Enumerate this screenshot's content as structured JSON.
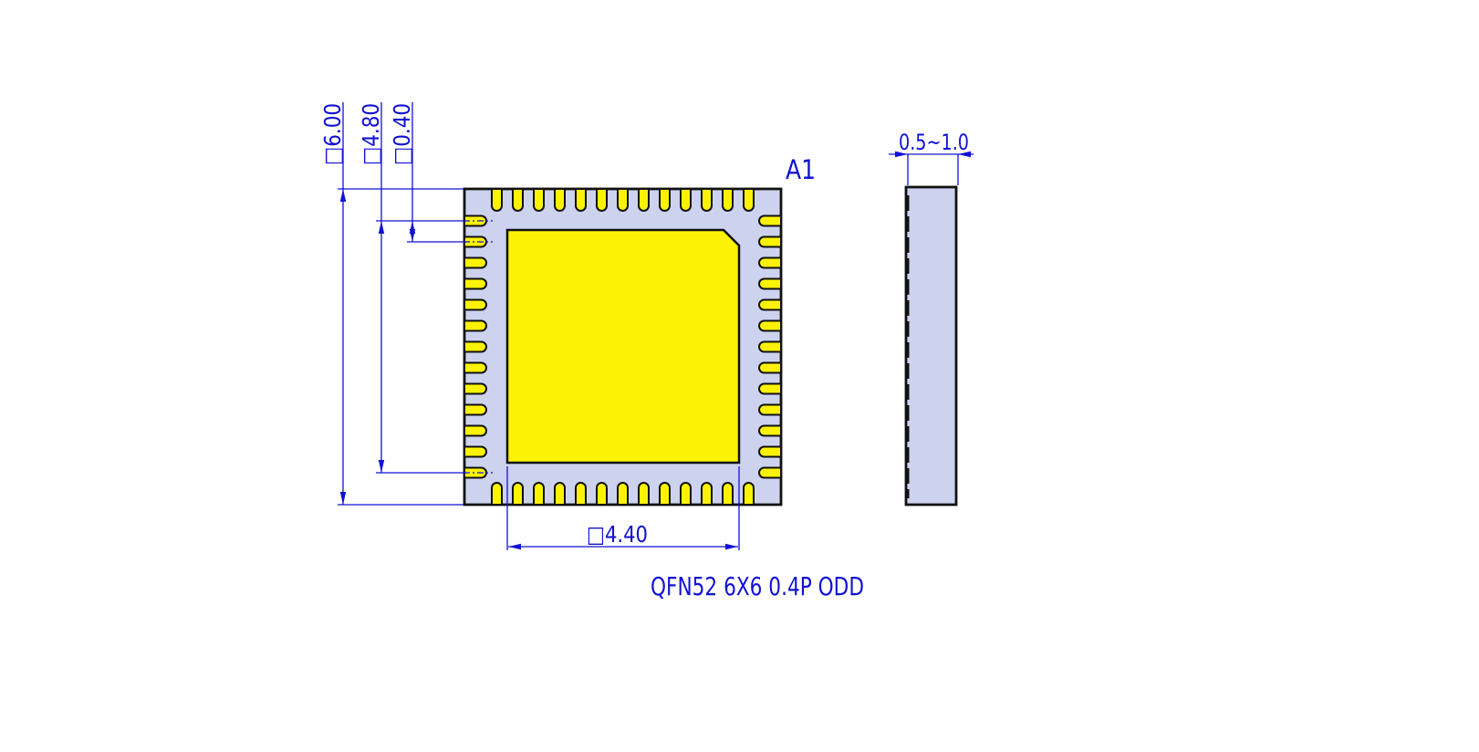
{
  "drawing": {
    "pin1_marker": "A1",
    "caption": "QFN52 6X6 0.4P ODD",
    "dimensions": {
      "body_size": "□6.00",
      "lead_span": "□4.80",
      "lead_pitch": "□0.40",
      "thermal_pad": "□4.40",
      "thickness": "0.5~1.0"
    },
    "package": {
      "name": "QFN52",
      "body": "6X6",
      "pitch": "0.4P",
      "variant": "ODD",
      "pins_per_side": 13,
      "total_pins": 52
    },
    "colors": {
      "background": "#ffffff",
      "body_fill": "#cdd3ee",
      "pad_fill": "#fbf303",
      "outline": "#111111",
      "dimension_blue": "#1212d2"
    }
  }
}
